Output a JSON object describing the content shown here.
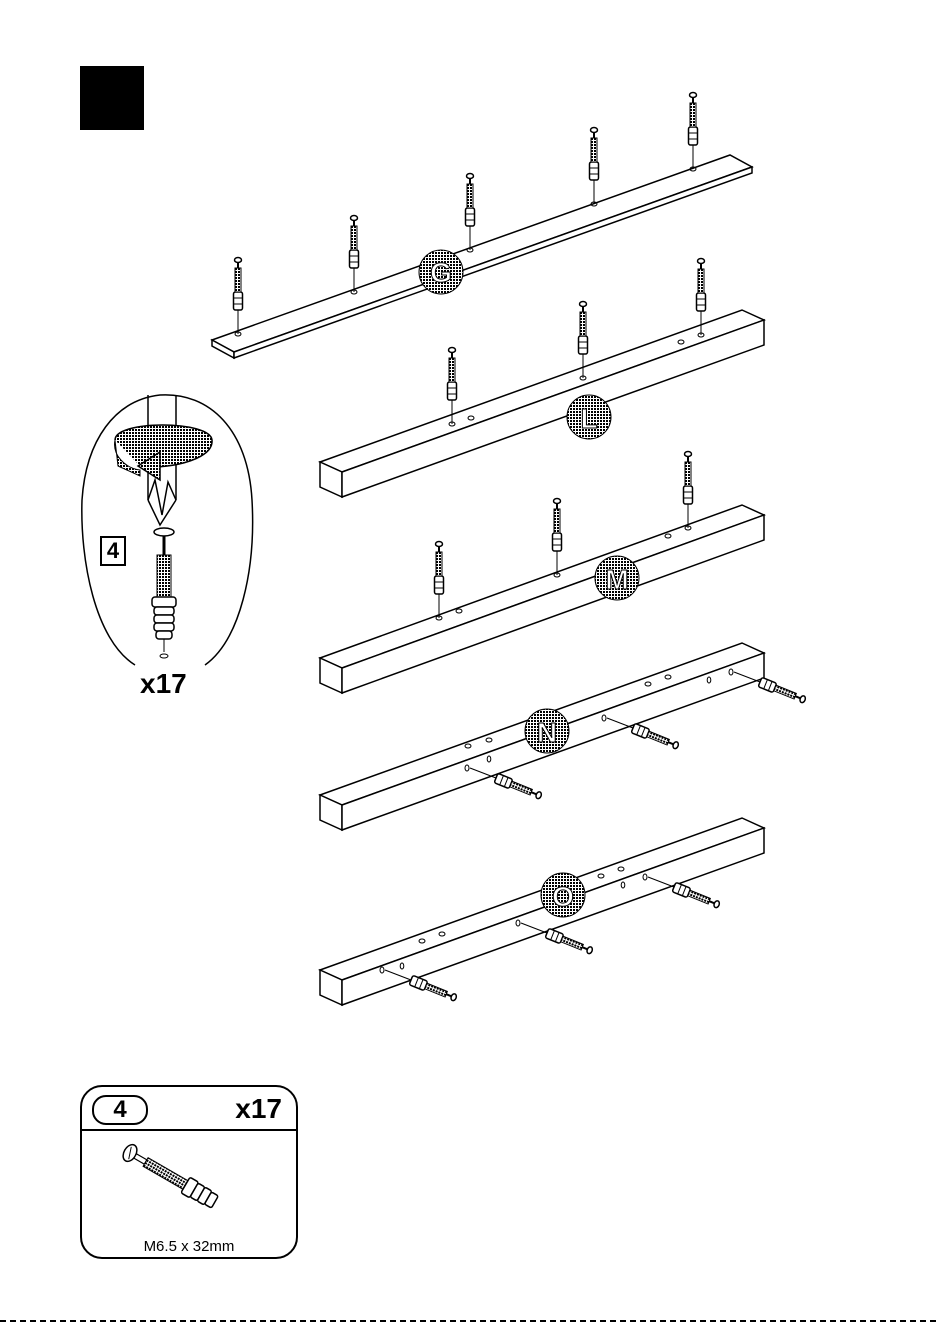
{
  "step": {
    "number": ""
  },
  "parts": [
    {
      "id": "G"
    },
    {
      "id": "L"
    },
    {
      "id": "M"
    },
    {
      "id": "N"
    },
    {
      "id": "O"
    }
  ],
  "detail": {
    "part_number": "4",
    "quantity": "x17"
  },
  "hardware": {
    "part_number": "4",
    "quantity": "x17",
    "spec": "M6.5 x 32mm"
  }
}
